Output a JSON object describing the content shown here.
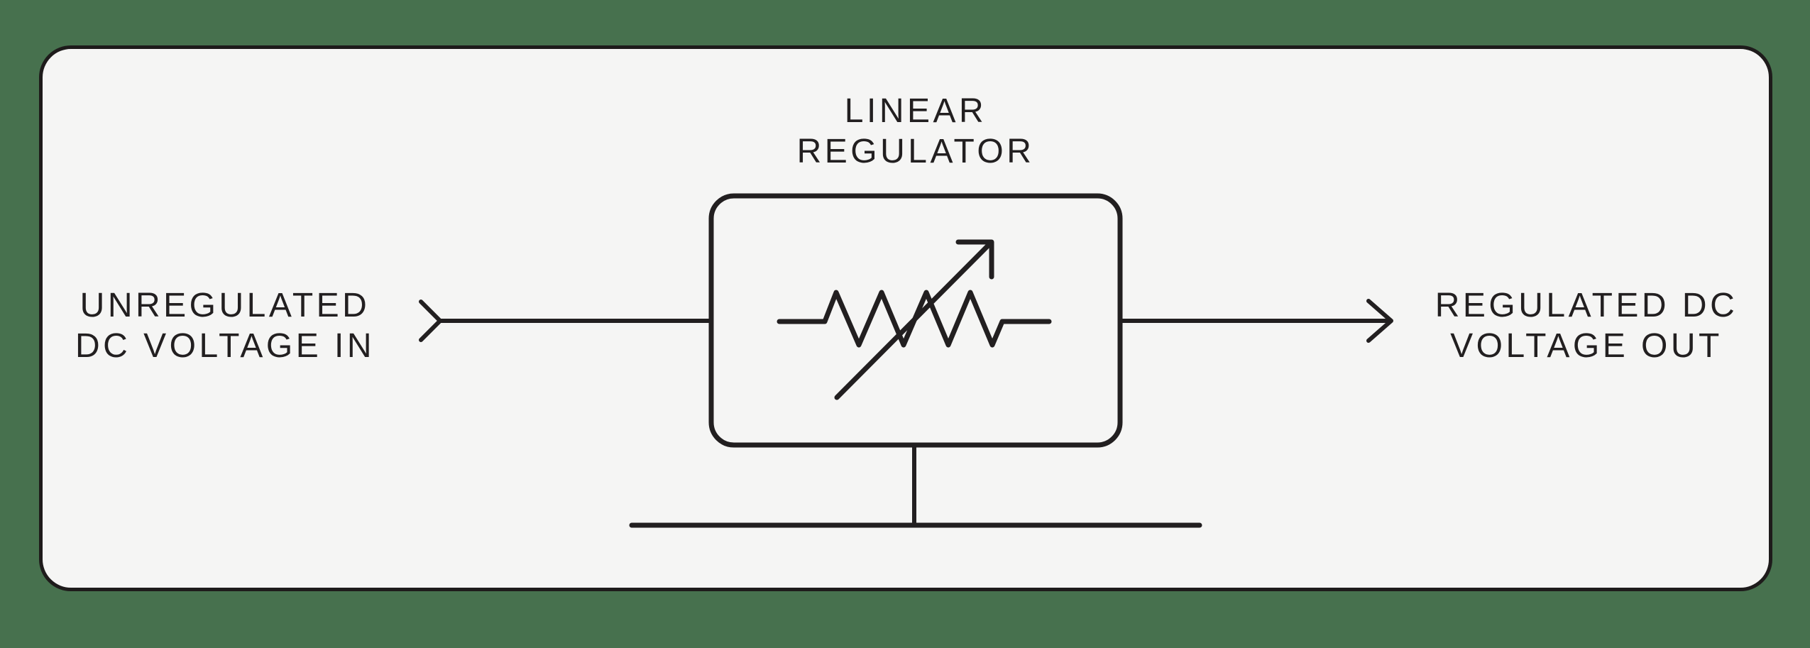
{
  "window": {
    "background_color": "#47714e"
  },
  "panel": {
    "background_color": "#f5f5f4",
    "border_color": "#1e1b1b"
  },
  "diagram": {
    "line_color": "#221f20",
    "title": {
      "line1": "LINEAR",
      "line2": "REGULATOR"
    },
    "input": {
      "label_line1": "UNREGULATED",
      "label_line2": "DC VOLTAGE IN"
    },
    "output": {
      "label_line1": "REGULATED DC",
      "label_line2": "VOLTAGE OUT"
    },
    "symbols": {
      "block": "linear-regulator-block",
      "block_symbol": "variable-resistor",
      "ground": "ground-bar",
      "input_marker": "input-chevron",
      "output_marker": "output-arrow"
    }
  }
}
